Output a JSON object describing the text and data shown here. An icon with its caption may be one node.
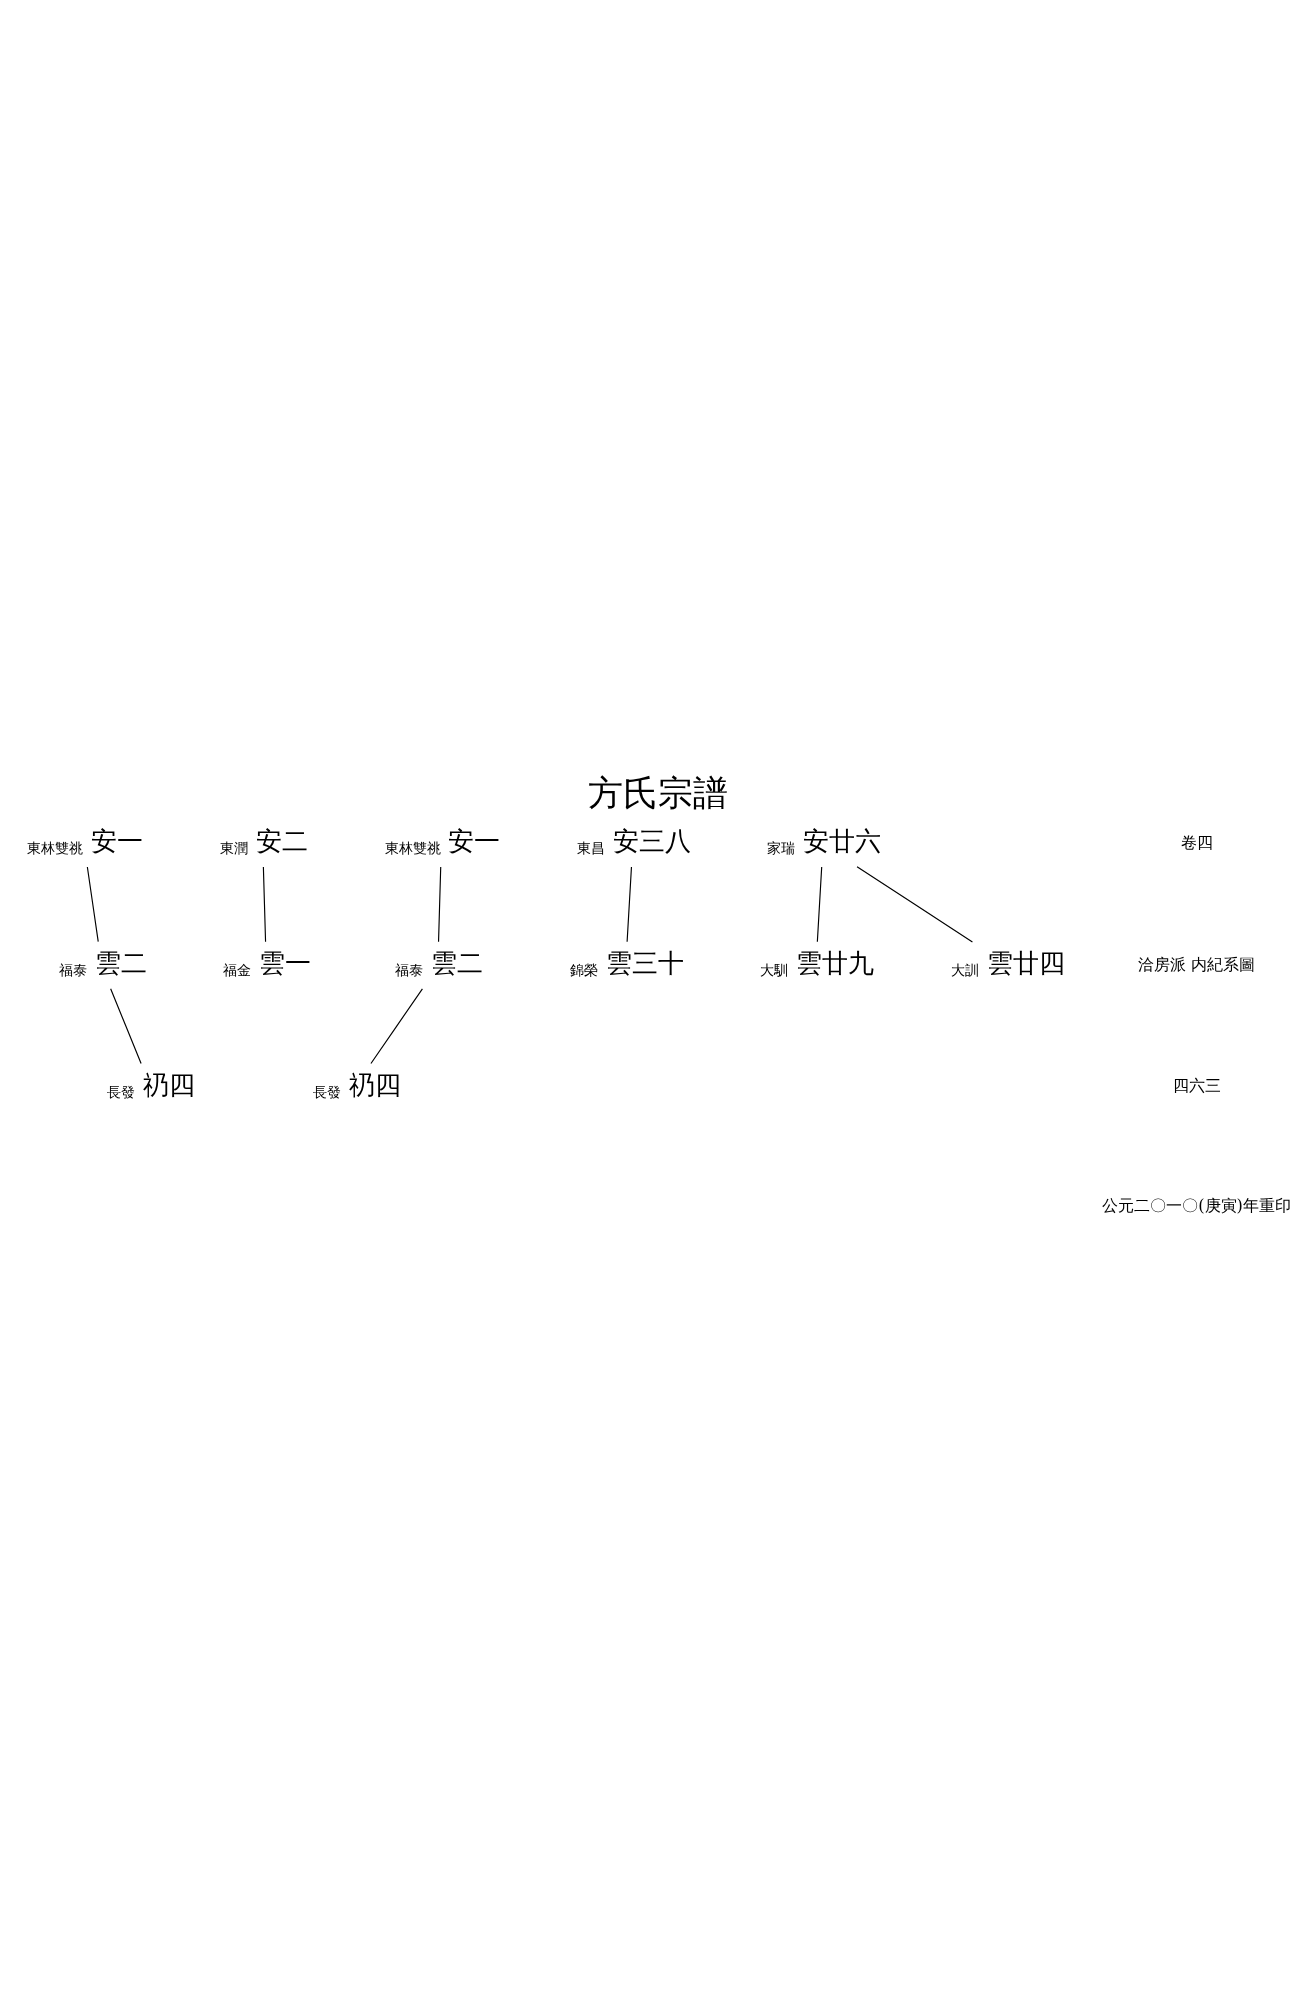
{
  "diagram": {
    "title": "方氏宗譜",
    "nodes": [
      {
        "text": [
          "安廿六"
        ],
        "beside": [
          "家瑞"
        ]
      },
      {
        "text": [
          "雲廿四"
        ],
        "beside": [
          "大訓"
        ]
      },
      {
        "text": [
          "雲廿九"
        ],
        "beside": [
          "大馴"
        ]
      },
      {
        "text": [
          "安三八"
        ],
        "beside": [
          "東昌"
        ]
      },
      {
        "text": [
          "雲三十"
        ],
        "beside": [
          "錦榮"
        ]
      },
      {
        "text": [
          "安一"
        ],
        "beside": [
          "東林雙祧"
        ]
      },
      {
        "text": [
          "雲二"
        ],
        "beside": [
          "福泰"
        ]
      },
      {
        "text": [
          "礽四"
        ],
        "beside": [
          "長發"
        ]
      },
      {
        "text": [
          "安二"
        ],
        "beside": [
          "東潤"
        ]
      },
      {
        "text": [
          "雲一"
        ],
        "beside": [
          "福金"
        ]
      },
      {
        "text": [
          "安一"
        ],
        "beside": [
          "東林雙祧"
        ]
      },
      {
        "text": [
          "雲二"
        ],
        "beside": [
          "福泰"
        ]
      },
      {
        "text": [
          "礽四"
        ],
        "beside": [
          "長發"
        ]
      }
    ],
    "edges": [
      {
        "from": 0,
        "to": 1,
        "arrow": "none"
      },
      {
        "from": 0,
        "to": 2,
        "arrow": "none"
      },
      {
        "from": 3,
        "to": 4,
        "arrow": "none"
      },
      {
        "from": 5,
        "to": 6,
        "arrow": "none"
      },
      {
        "from": 6,
        "to": 7,
        "arrow": "none"
      },
      {
        "from": 8,
        "to": 9,
        "arrow": "none"
      },
      {
        "from": 10,
        "to": 11,
        "arrow": "none"
      },
      {
        "from": 11,
        "to": 12,
        "arrow": "none"
      }
    ],
    "labels": [
      "卷四",
      "洽房派 内紀系圖",
      "四六三",
      "公元二〇一〇(庚寅)年重印"
    ]
  }
}
